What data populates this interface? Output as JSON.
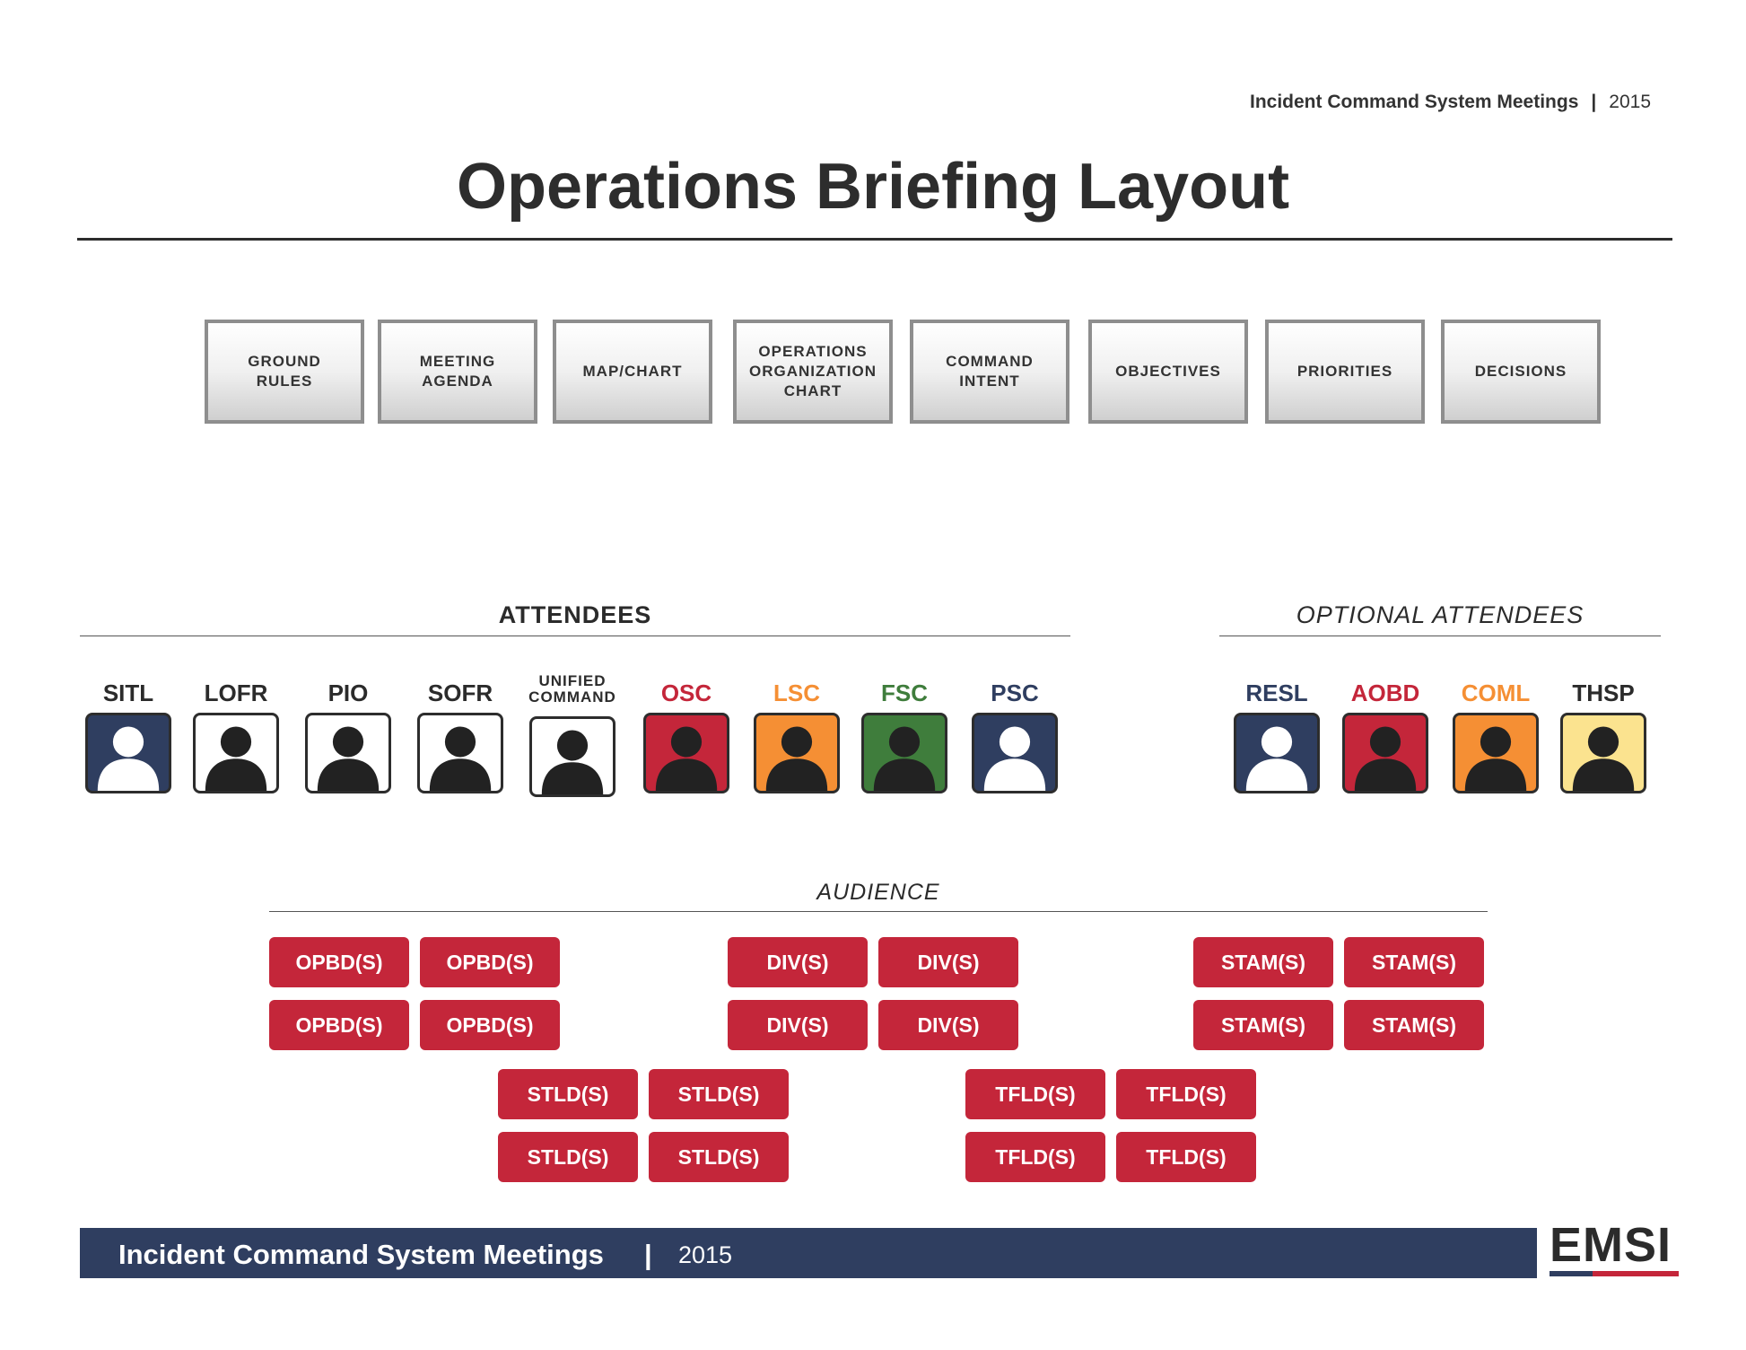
{
  "header": {
    "title": "Incident Command System Meetings",
    "separator": "|",
    "year": "2015"
  },
  "page_title": "Operations Briefing Layout",
  "agenda_items": [
    "GROUND\nRULES",
    "MEETING\nAGENDA",
    "MAP/CHART",
    "OPERATIONS\nORGANIZATION\nCHART",
    "COMMAND\nINTENT",
    "OBJECTIVES",
    "PRIORITIES",
    "DECISIONS"
  ],
  "attendees": {
    "heading": "ATTENDEES",
    "items": [
      {
        "label": "SITL",
        "bg": "#2f3e60",
        "figure": "#ffffff",
        "label_color": "#2b2b2b"
      },
      {
        "label": "LOFR",
        "bg": "#ffffff",
        "figure": "#222222",
        "label_color": "#2b2b2b"
      },
      {
        "label": "PIO",
        "bg": "#ffffff",
        "figure": "#222222",
        "label_color": "#2b2b2b"
      },
      {
        "label": "SOFR",
        "bg": "#ffffff",
        "figure": "#222222",
        "label_color": "#2b2b2b"
      },
      {
        "label": "UNIFIED\nCOMMAND",
        "bg": "#ffffff",
        "figure": "#222222",
        "label_color": "#2b2b2b"
      },
      {
        "label": "OSC",
        "bg": "#c4263a",
        "figure": "#222222",
        "label_color": "#c4263a"
      },
      {
        "label": "LSC",
        "bg": "#f58f34",
        "figure": "#222222",
        "label_color": "#f58f34"
      },
      {
        "label": "FSC",
        "bg": "#3f7d3c",
        "figure": "#222222",
        "label_color": "#3f7d3c"
      },
      {
        "label": "PSC",
        "bg": "#2f3e60",
        "figure": "#ffffff",
        "label_color": "#2f3e60"
      }
    ]
  },
  "optional_attendees": {
    "heading": "OPTIONAL ATTENDEES",
    "items": [
      {
        "label": "RESL",
        "bg": "#2f3e60",
        "figure": "#ffffff",
        "label_color": "#2f3e60"
      },
      {
        "label": "AOBD",
        "bg": "#c4263a",
        "figure": "#222222",
        "label_color": "#c4263a"
      },
      {
        "label": "COML",
        "bg": "#f58f34",
        "figure": "#222222",
        "label_color": "#f58f34"
      },
      {
        "label": "THSP",
        "bg": "#fbe38f",
        "figure": "#222222",
        "label_color": "#2b2b2b"
      }
    ]
  },
  "audience": {
    "heading": "AUDIENCE",
    "color": "#c4263a",
    "groups": [
      {
        "label": "OPBD(S)",
        "count": 4
      },
      {
        "label": "DIV(S)",
        "count": 4
      },
      {
        "label": "STAM(S)",
        "count": 4
      },
      {
        "label": "STLD(S)",
        "count": 4
      },
      {
        "label": "TFLD(S)",
        "count": 4
      }
    ]
  },
  "footer": {
    "title": "Incident Command System Meetings",
    "separator": "|",
    "year": "2015",
    "logo": "EMSI"
  },
  "colors": {
    "navy": "#2f3e60",
    "red": "#c4263a",
    "orange": "#f58f34",
    "green": "#3f7d3c",
    "yellow": "#fbe38f"
  }
}
